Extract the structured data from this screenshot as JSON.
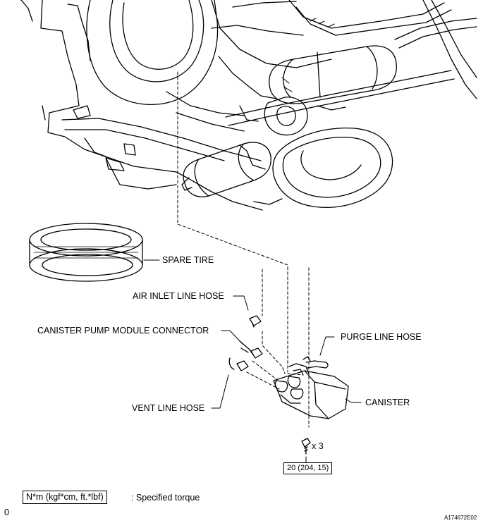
{
  "labels": {
    "spare_tire": "SPARE TIRE",
    "air_inlet_line_hose": "AIR INLET LINE HOSE",
    "canister_pump_module_connector": "CANISTER PUMP MODULE CONNECTOR",
    "purge_line_hose": "PURGE LINE HOSE",
    "vent_line_hose": "VENT LINE HOSE",
    "canister": "CANISTER"
  },
  "bolt": {
    "quantity": "x 3",
    "torque": "20 (204, 15)"
  },
  "legend": {
    "unit_box": "N*m (kgf*cm, ft.*lbf)",
    "description": ": Specified torque"
  },
  "footer": {
    "left_mark": "0",
    "figure_id": "A174672E02"
  }
}
